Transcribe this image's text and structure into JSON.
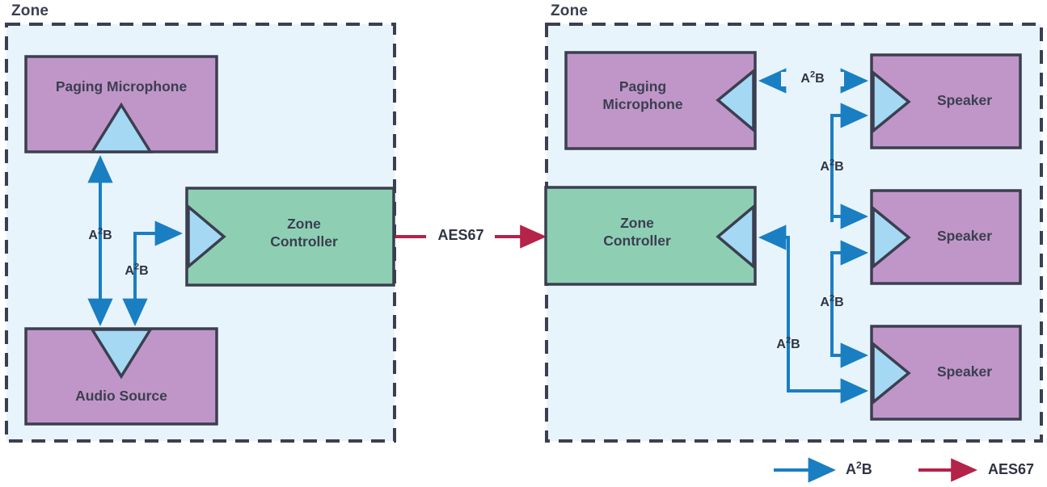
{
  "diagram": {
    "title_zone_left": "Zone",
    "title_zone_right": "Zone",
    "colors": {
      "zone_fill": "#e8f4fc",
      "zone_border": "#3b3f50",
      "device_fill": "#c096c8",
      "controller_fill": "#8ecfb4",
      "port_fill": "#a5d8f3",
      "a2b": "#1a7ec2",
      "aes67": "#b5224a",
      "text": "#3b3f50"
    }
  },
  "left_zone": {
    "label": "Zone",
    "nodes": [
      {
        "id": "paging-microphone",
        "label": "Paging Microphone"
      },
      {
        "id": "zone-controller",
        "label": "Zone\nController"
      },
      {
        "id": "audio-source",
        "label": "Audio Source"
      }
    ],
    "edges": [
      {
        "id": "mic-audio",
        "label": "A2B",
        "base": "A",
        "sup": "2",
        "tail": "B"
      },
      {
        "id": "controller-audio",
        "label": "A2B",
        "base": "A",
        "sup": "2",
        "tail": "B"
      }
    ]
  },
  "right_zone": {
    "label": "Zone",
    "nodes": [
      {
        "id": "paging-microphone",
        "label": "Paging\nMicrophone"
      },
      {
        "id": "zone-controller",
        "label": "Zone\nController"
      },
      {
        "id": "speaker-1",
        "label": "Speaker"
      },
      {
        "id": "speaker-2",
        "label": "Speaker"
      },
      {
        "id": "speaker-3",
        "label": "Speaker"
      }
    ],
    "edges": [
      {
        "id": "mic-speaker1",
        "base": "A",
        "sup": "2",
        "tail": "B"
      },
      {
        "id": "speaker1-speaker2",
        "base": "A",
        "sup": "2",
        "tail": "B"
      },
      {
        "id": "speaker2-speaker3",
        "base": "A",
        "sup": "2",
        "tail": "B"
      },
      {
        "id": "speaker3-controller",
        "base": "A",
        "sup": "2",
        "tail": "B"
      }
    ]
  },
  "interconnect": {
    "label": "AES67"
  },
  "legend": {
    "items": [
      {
        "id": "a2b",
        "base": "A",
        "sup": "2",
        "tail": "B",
        "color": "#1a7ec2"
      },
      {
        "id": "aes67",
        "base": "AES67",
        "sup": "",
        "tail": "",
        "color": "#b5224a"
      }
    ]
  }
}
